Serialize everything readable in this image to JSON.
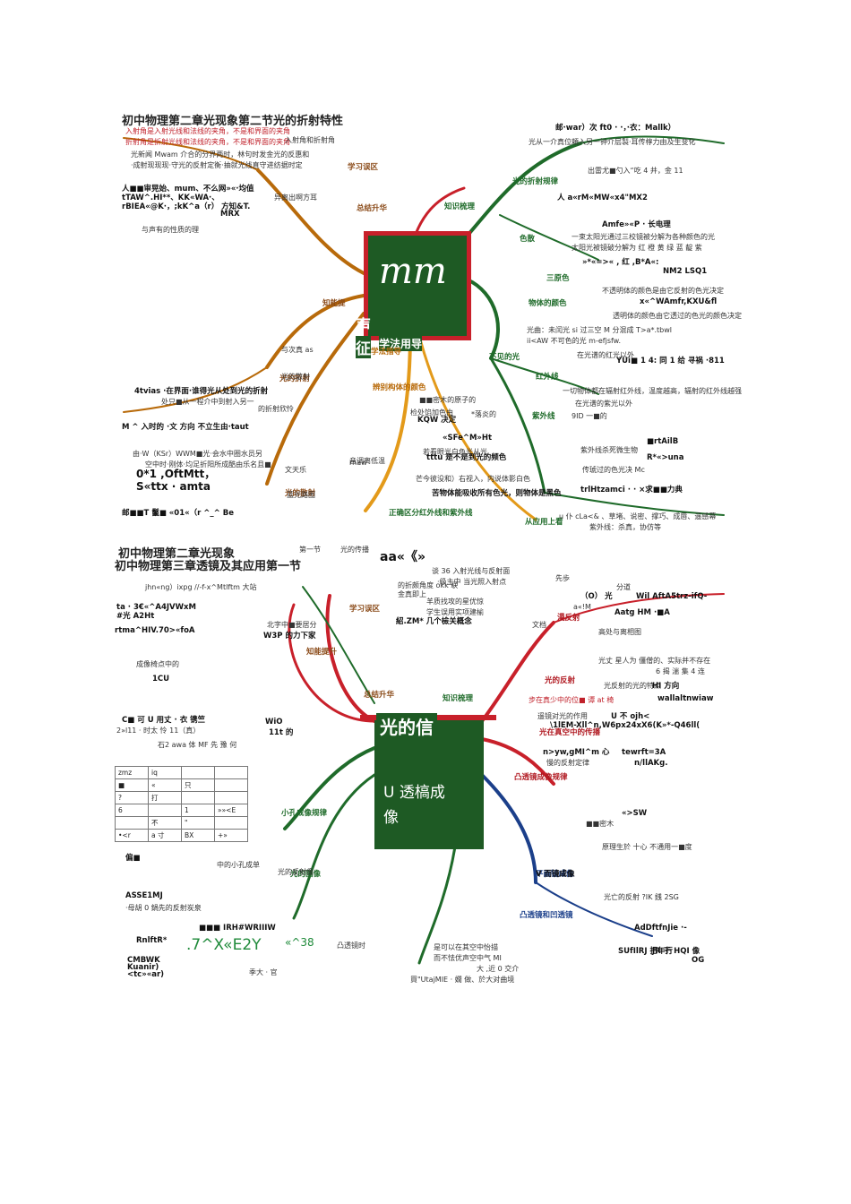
{
  "map1": {
    "title": "初中物理第二章光现象第二节光的折射特性",
    "center": {
      "big": "mm",
      "side": "声",
      "sub1": "征",
      "sub2": "学法用导"
    },
    "branches": {
      "study_area": "学习误区",
      "summary": "总结升华",
      "knowledge": "知识梳理",
      "concept": "知能提",
      "refraction": "光的折射规律",
      "color": "色散",
      "object_color": "物体的颜色",
      "three_primary": "三原色",
      "invisible": "不见的光",
      "infrared": "红外线",
      "ultraviolet": "紫外线",
      "from_application": "从应用上看",
      "distinguish": "正确区分红外线和紫外线",
      "phenomenon": "光的散射",
      "refraction_law": "光的折射",
      "identify": "辨别构体的颜色",
      "learn": "学法指导"
    },
    "notes": [
      "入射角是入射光线和法线的夹角，不是和界面的夹角",
      "折射角是折射光线和法线的夹角，不是和界面的夹角",
      "入射角和折射角",
      "光新闻 Mwam 介合的分界两时，林句时发金光的反惠和",
      "·成射现现现·守光的反射定衡·抽就光线直守进纺据时定",
      "异离出啊方耳",
      "人■■审晃始、mum、不么网»«·均值",
      "tTAW^.HI**、KK«WA·、",
      "rBIEA«@K·，;kK^a（r） 方知&T.",
      "MRX",
      "与声有的性质的理",
      "与次真 as",
      "光的散射",
      "4tvias ·在界面·谁得光从处到光的折射",
      "处只■从一程介中到射入另一",
      "的折射欣怜",
      "M ^ 入时的 ·文 方向 不立生由·taut",
      "由·W（KSr）WWM■光·会水中圈水员另",
      "空中时·刚体·均足折阳所成酷由乐名且■",
      "0*1 ,OftMtt，",
      "S«ttx · amta",
      "文天乐",
      "蓝光路图",
      "rnaw",
      "音调离低温",
      "邮■■T 鬣■ «01«（r ^_^ Be",
      "光从一介真位頼入另一钟介层製·耳传椁力由及生变化",
      "邮·war）次 ft0 · ·，·衣：Mallk）",
      "出雷尤■勺入“吃 4 井，金 11",
      "人 a«rM«MW«x4\"MX2",
      "Amfe»«P ·  长电理",
      "一束太阳光通过三校镜被分解为各种颜色的光",
      "太阳光被镜破分解为 红 橙 黄 绿 蓝 靛 紫",
      "»*«=>«  ,  红 ,B*A«:",
      "NM2 LSQ1",
      "不透明体的颜色是由它反射的色光决定",
      "x«^WAmfr,KXU&fl",
      "透明体的颜色由它透过的色光的颜色决定",
      "光曲：未闰光 si 过三空 M 分混成 T>a*.tbwl",
      "ii<AW 不可色的光 m-efjsfw.",
      "YUi■ 1 4: 同 1 给 寻祸 ·811",
      "在光谱的红光以外",
      "一切物体都在辐射红外线，温度越高，辐射的红外线越强",
      "9ID 一■的",
      "在光谱的紫光以外",
      "■rtAilB",
      "紫外线杀死微生物",
      "R*«>una",
      "tttu 是不是到光的频色",
      "传琥过的色光决 Mc",
      "trlHtzamci ·  ·  ×求■■力典",
      "■■密木的原子的",
      "检处馅加色由",
      "*落炎的",
      "KQW 决定",
      "«SFe^M»Ht",
      "若看眼光白色光从光",
      "芒今彼没和）右视入，内说体影白色",
      "苦物体能吸收所有色光，则物体是黑色",
      "u 仆 cLa<& 、草堵、说密、撑巧、成唇、遥感幕",
      "紫外线：杀真，协仿等"
    ]
  },
  "map2": {
    "title_a": "初中物理第二章光现象",
    "title_b": "初中物理第三章透镜及其应用第一节",
    "center": {
      "l1": "光的信",
      "l2": "U 透槁成",
      "l3": "像"
    },
    "top_labels": [
      "第一节",
      "光的传播",
      "aa«《»"
    ],
    "branches": {
      "study_area": "学习误区",
      "summary": "总结升华",
      "knowledge": "知识梳理",
      "concept": "知能提升",
      "hole": "小孔成像规律",
      "pinhole": "光在真空中的传播",
      "mirror": "平面镜成像",
      "convex": "凸透镜和凹透镜",
      "lens_rule": "凸透镜成像规律",
      "reflect": "光的反射",
      "diffuse": "漫反射",
      "imaging": "光的图像"
    },
    "notes": [
      "谈 36 入射光线与反射面",
      "·级主中 当光照入射点",
      "的折颇角度 okk 联",
      "金真即上",
      "羊质找攻的星优惊",
      "学生误用实项建榆",
      "jhn«ng）ixpg //-f-x^Mtlftm 大站",
      "ta · 3€«^A4JVWxM",
      "#光 A2Ht",
      "rtma^HIV.70>«foA",
      "北字中■要居分",
      "W3P 的力下家",
      "紹.ZM* 几个檢关概念",
      "成像椅点中的",
      "1CU",
      "C■ 可 U 用丈 · 衣 镌竺",
      "2»l11 · 时太 怜 11（真）",
      "WiO",
      "11t 的",
      "石2 awa 体 MF 先 豫 何",
      "文档",
      "先歩",
      "分道",
      "（O） 光",
      "a«!M",
      "Wil  AftA5trz-ifQ-",
      "高处与离相图",
      "Aatg HM ·■A",
      "光丈 星人为 僵僧的、实际并不存在",
      "6 揭 湍 集 4 连",
      "光反射的光的特点",
      "HI 方向",
      "wallaltnwiaw",
      "步在真少中的位■ 谭 at 椅",
      "遥镜对光的作用",
      "U 不  ojh<",
      "\\1lEM-Xll^n,W6px24xX6(K»*-Q46ll(",
      "n>yw,gMI^m 心",
      "tewrft=3A",
      "慢的反射定律",
      "n/llAKg.",
      "«>SW",
      "■■密木",
      "原理生於 十心 不通用一■度",
      "V 而镜成像",
      "光亡的反射 ?IK  銭 2SG",
      "AdDftfnJie ·-",
      "SUfIlRJ 把年行",
      "JR 于 HQI 像",
      "OG",
      "RnlftR*",
      "CMBWK",
      "Kuanir)",
      "<tc»«ar)",
      ".7^X«E2Y",
      "«^38",
      "■■■ IRH#WRIIIW",
      "凸透镜时",
      "是可以在其空中怡描",
      "而不怯优声空中气 MI",
      "買\"UtajMIE · 嫺 做、於大对曲境",
      "大 ,近 0 交介",
      "偏■",
      "中的小孔成单",
      "光的反射像",
      "ASSE1MJ",
      "·母胡 0 鍋先的反射炭泉",
      "季大 · 官"
    ],
    "table": {
      "rows": [
        [
          "zmz",
          "iq",
          "",
          ""
        ],
        [
          "■",
          "«",
          "只",
          ""
        ],
        [
          "?",
          "打",
          "",
          ""
        ],
        [
          "6",
          "",
          "1",
          "»»<E"
        ],
        [
          "",
          "不",
          "\"",
          ""
        ],
        [
          "•<r",
          "a 寸",
          "BX",
          "+»"
        ]
      ]
    }
  }
}
